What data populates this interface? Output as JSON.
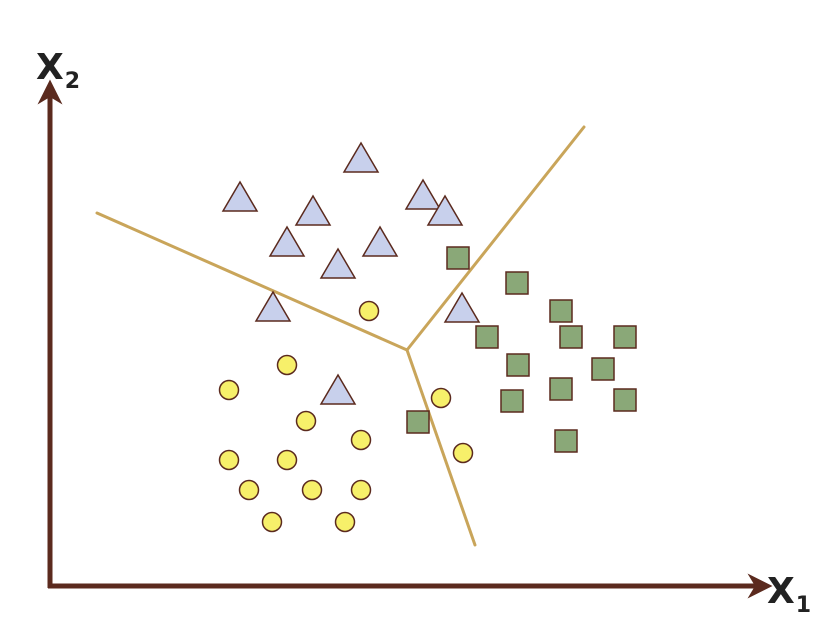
{
  "axes": {
    "x_label": "X",
    "x_sub": "1",
    "y_label": "X",
    "y_sub": "2",
    "color": "#5b2a1e"
  },
  "colors": {
    "boundary": "#c9a55a",
    "triangle_fill": "#c8d0ec",
    "square_fill": "#8aa878",
    "circle_fill": "#f7f06a",
    "marker_stroke": "#5b2a1e"
  },
  "chart_data": {
    "type": "scatter",
    "series": [
      {
        "shape": "triangle",
        "points": [
          [
            361,
            160
          ],
          [
            240,
            199
          ],
          [
            313,
            213
          ],
          [
            423,
            197
          ],
          [
            445,
            213
          ],
          [
            287,
            244
          ],
          [
            380,
            244
          ],
          [
            338,
            266
          ],
          [
            273,
            309
          ],
          [
            462,
            310
          ],
          [
            338,
            392
          ]
        ]
      },
      {
        "shape": "square",
        "points": [
          [
            458,
            258
          ],
          [
            517,
            283
          ],
          [
            561,
            311
          ],
          [
            487,
            337
          ],
          [
            571,
            337
          ],
          [
            625,
            337
          ],
          [
            518,
            365
          ],
          [
            603,
            369
          ],
          [
            561,
            389
          ],
          [
            512,
            401
          ],
          [
            625,
            400
          ],
          [
            418,
            422
          ],
          [
            566,
            441
          ]
        ]
      },
      {
        "shape": "circle",
        "points": [
          [
            369,
            311
          ],
          [
            287,
            365
          ],
          [
            229,
            390
          ],
          [
            441,
            398
          ],
          [
            306,
            421
          ],
          [
            361,
            440
          ],
          [
            229,
            460
          ],
          [
            287,
            460
          ],
          [
            463,
            453
          ],
          [
            249,
            490
          ],
          [
            312,
            490
          ],
          [
            361,
            490
          ],
          [
            272,
            522
          ],
          [
            345,
            522
          ]
        ]
      }
    ]
  }
}
